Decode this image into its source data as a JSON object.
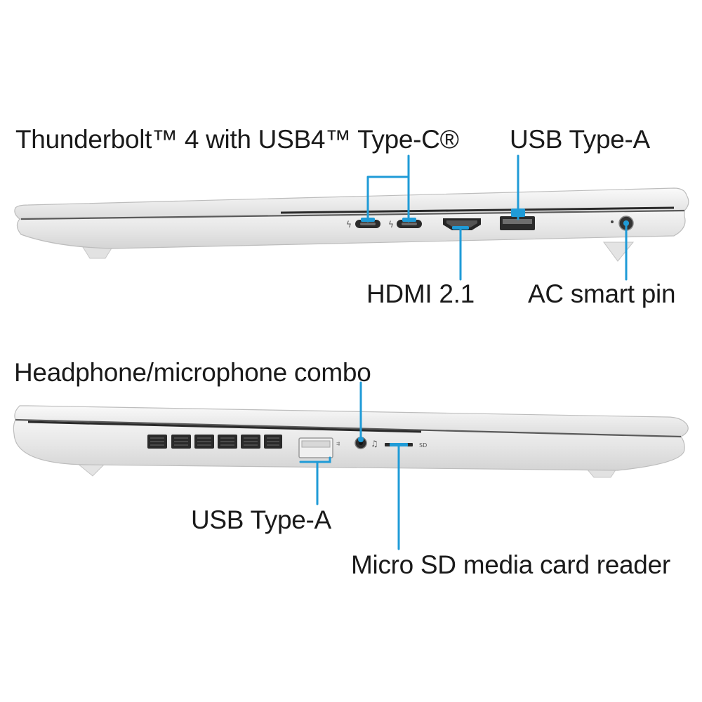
{
  "accent_color": "#1f9bd7",
  "left_side": {
    "labels": {
      "thunderbolt": "Thunderbolt™ 4 with USB4™ Type-C®",
      "usb_a": "USB Type-A",
      "hdmi": "HDMI 2.1",
      "ac_pin": "AC smart pin"
    }
  },
  "right_side": {
    "labels": {
      "audio": "Headphone/microphone combo",
      "usb_a": "USB Type-A",
      "sd": "Micro SD media card reader"
    }
  }
}
